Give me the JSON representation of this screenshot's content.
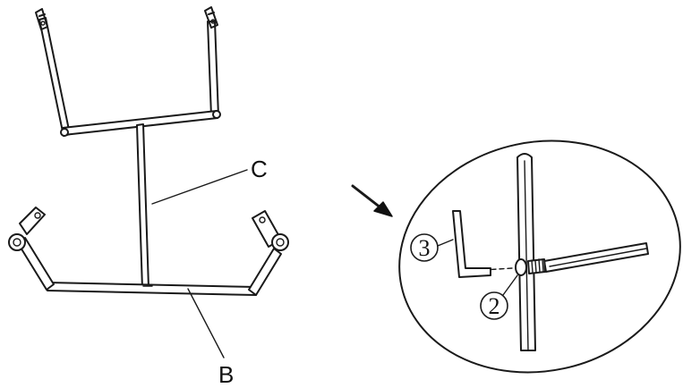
{
  "labels": {
    "part_c": "C",
    "part_b": "B",
    "part_3": "3",
    "part_2": "2"
  },
  "icons": {
    "arrow": "arrow-down-right-icon",
    "allen_key": "allen-key-icon",
    "screw": "screw-icon"
  }
}
